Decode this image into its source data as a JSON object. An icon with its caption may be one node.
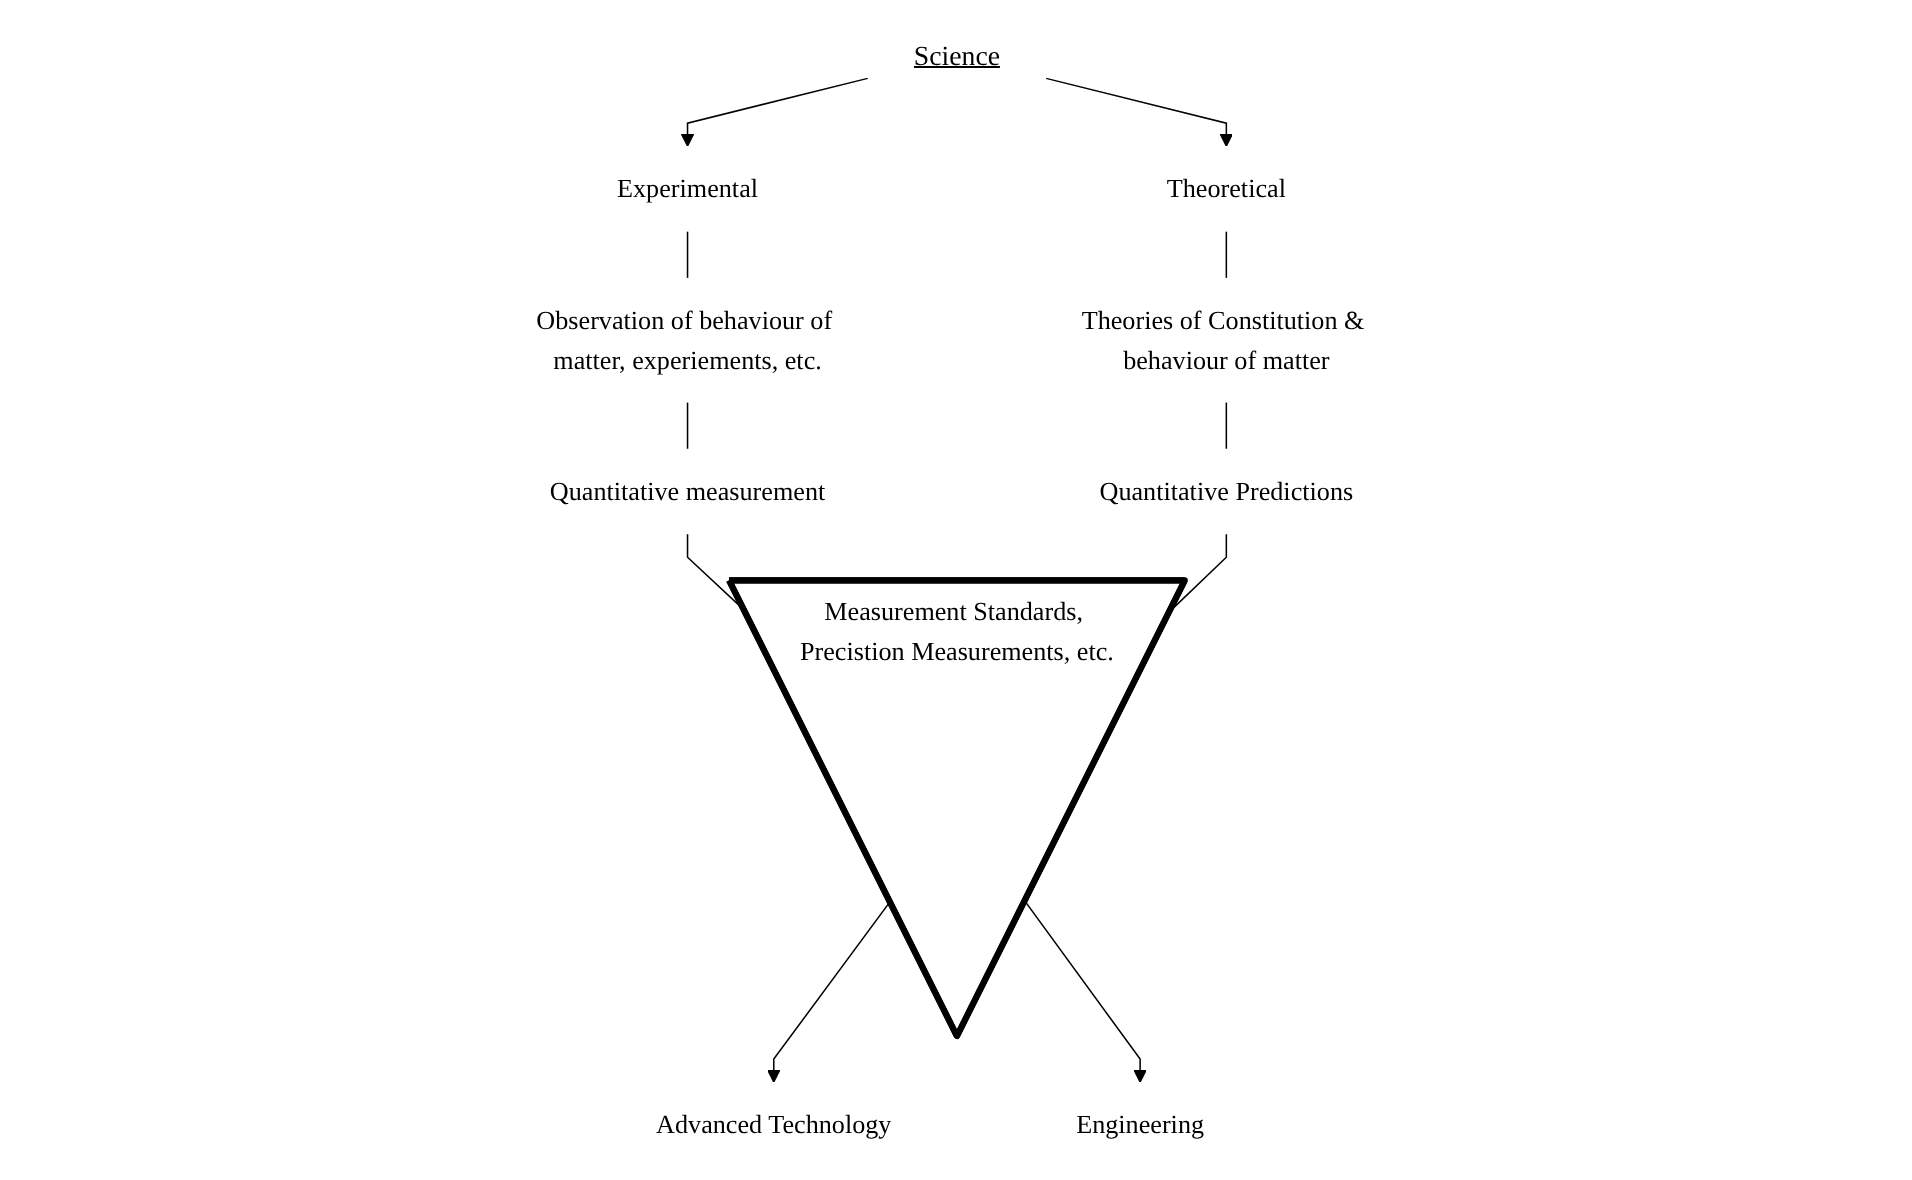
{
  "diagram": {
    "nodes": [
      {
        "text": [
          "Science"
        ]
      },
      {
        "text": [
          "Experimental"
        ]
      },
      {
        "text": [
          "Observation of behaviour of matter, experiements, etc."
        ]
      },
      {
        "text": [
          "Quantitative measurement"
        ]
      },
      {
        "text": [
          "Theoretical"
        ]
      },
      {
        "text": [
          "Theories of Constitution & behaviour of matter"
        ]
      },
      {
        "text": [
          "Quantitative Predictions"
        ]
      },
      {
        "text": [
          "Measurement Standards, Precistion Measurements, etc."
        ]
      },
      {
        "text": [
          "Advanced Technology"
        ]
      },
      {
        "text": [
          "Engineering"
        ]
      }
    ],
    "edges": [
      {
        "from": 0,
        "to": 1,
        "arrow": "to"
      },
      {
        "from": 0,
        "to": 4,
        "arrow": "to"
      },
      {
        "from": 1,
        "to": 2,
        "arrow": "none"
      },
      {
        "from": 2,
        "to": 3,
        "arrow": "none"
      },
      {
        "from": 3,
        "to": 7,
        "arrow": "none"
      },
      {
        "from": 4,
        "to": 5,
        "arrow": "none"
      },
      {
        "from": 5,
        "to": 6,
        "arrow": "none"
      },
      {
        "from": 6,
        "to": 7,
        "arrow": "none"
      },
      {
        "from": 7,
        "to": 8,
        "arrow": "to"
      },
      {
        "from": 7,
        "to": 9,
        "arrow": "to"
      }
    ]
  }
}
